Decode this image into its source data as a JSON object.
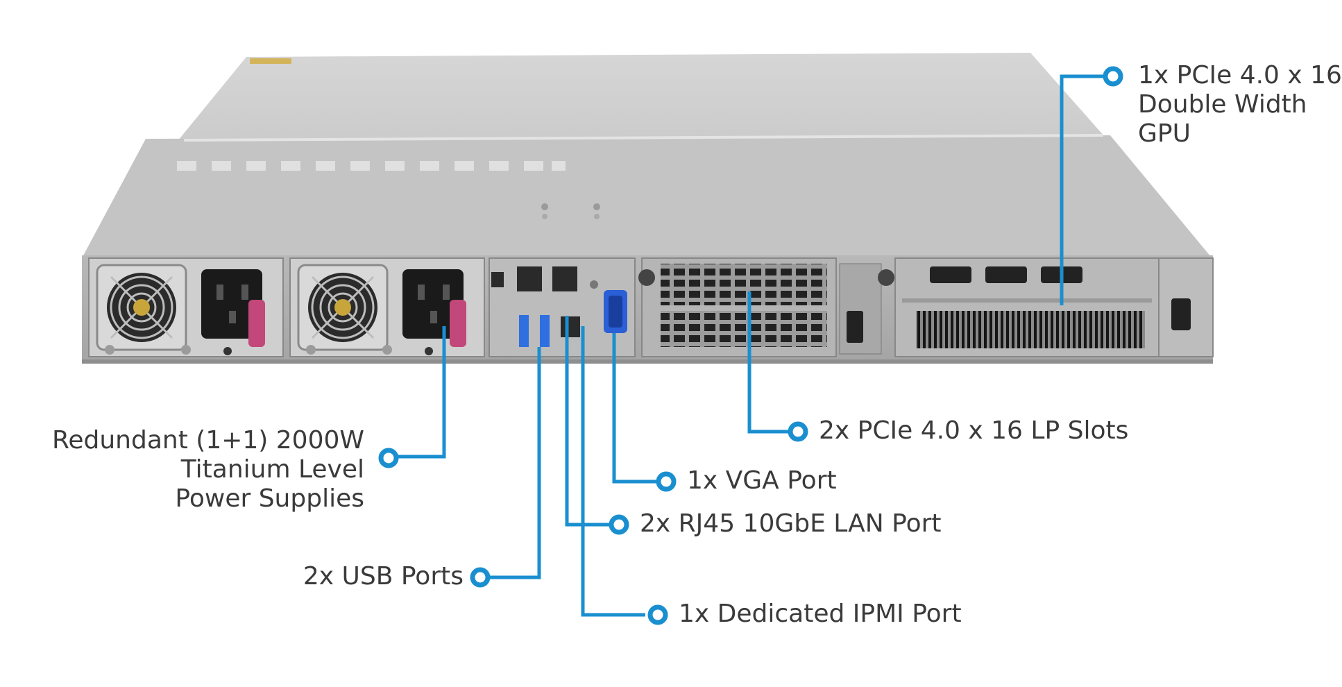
{
  "colors": {
    "callout": "#1a8fd0",
    "text": "#3a3a3a",
    "chassis_top": "#c9c9c9",
    "chassis_face": "#b5b5b5",
    "psu_handle": "#c2477a",
    "vga": "#2a5fd6",
    "usb": "#2f6fe0"
  },
  "callouts": {
    "gpu": {
      "lines": [
        "1x PCIe 4.0 x 16",
        "Double Width",
        "GPU"
      ]
    },
    "psu": {
      "lines": [
        "Redundant (1+1) 2000W",
        "Titanium Level",
        "Power Supplies"
      ]
    },
    "lp_slots": {
      "label": "2x PCIe 4.0 x 16 LP Slots"
    },
    "vga": {
      "label": "1x VGA Port"
    },
    "lan": {
      "label": "2x RJ45 10GbE LAN Port"
    },
    "usb": {
      "label": "2x USB Ports"
    },
    "ipmi": {
      "label": "1x Dedicated IPMI Port"
    }
  },
  "icons": [
    "fan-icon",
    "power-inlet-icon",
    "usb-port-icon",
    "rj45-port-icon",
    "vga-port-icon",
    "hdmi-port-icon"
  ]
}
